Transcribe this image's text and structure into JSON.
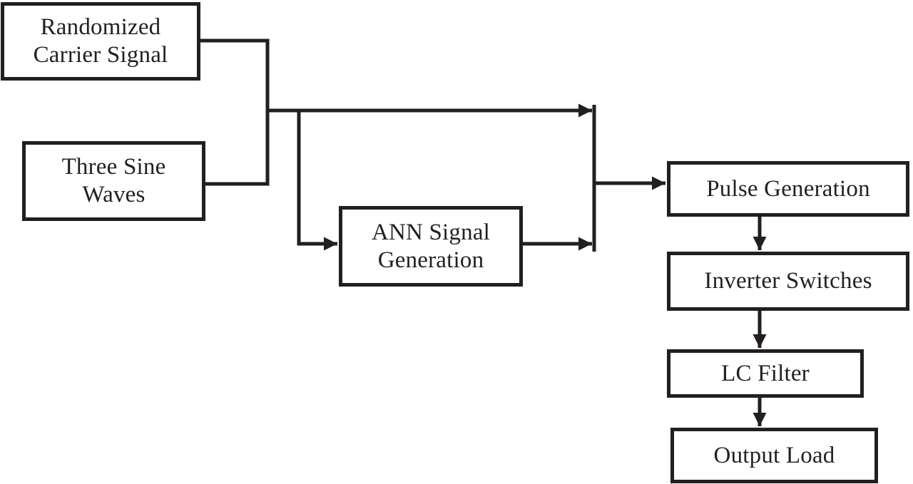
{
  "colors": {
    "ink": "#231f20",
    "background": "#ffffff"
  },
  "diagram": {
    "type": "block-flow-diagram",
    "nodes": {
      "randomized_carrier": {
        "label": "Randomized\nCarrier Signal"
      },
      "three_sine": {
        "label": "Three Sine\nWaves"
      },
      "ann": {
        "label": "ANN Signal\nGeneration"
      },
      "pulse": {
        "label": "Pulse Generation"
      },
      "inverter": {
        "label": "Inverter Switches"
      },
      "lc_filter": {
        "label": "LC Filter"
      },
      "output_load": {
        "label": "Output Load"
      }
    },
    "edges": [
      {
        "from": "randomized_carrier",
        "to": "merge_junction",
        "arrow": false
      },
      {
        "from": "three_sine",
        "to": "merge_junction",
        "arrow": false
      },
      {
        "from": "merge_junction",
        "to": "collector_bus",
        "arrow": true
      },
      {
        "from": "merge_junction",
        "to": "ann",
        "arrow": true
      },
      {
        "from": "ann",
        "to": "collector_bus",
        "arrow": true
      },
      {
        "from": "collector_bus",
        "to": "pulse",
        "arrow": true
      },
      {
        "from": "pulse",
        "to": "inverter",
        "arrow": true
      },
      {
        "from": "inverter",
        "to": "lc_filter",
        "arrow": true
      },
      {
        "from": "lc_filter",
        "to": "output_load",
        "arrow": true
      }
    ]
  }
}
